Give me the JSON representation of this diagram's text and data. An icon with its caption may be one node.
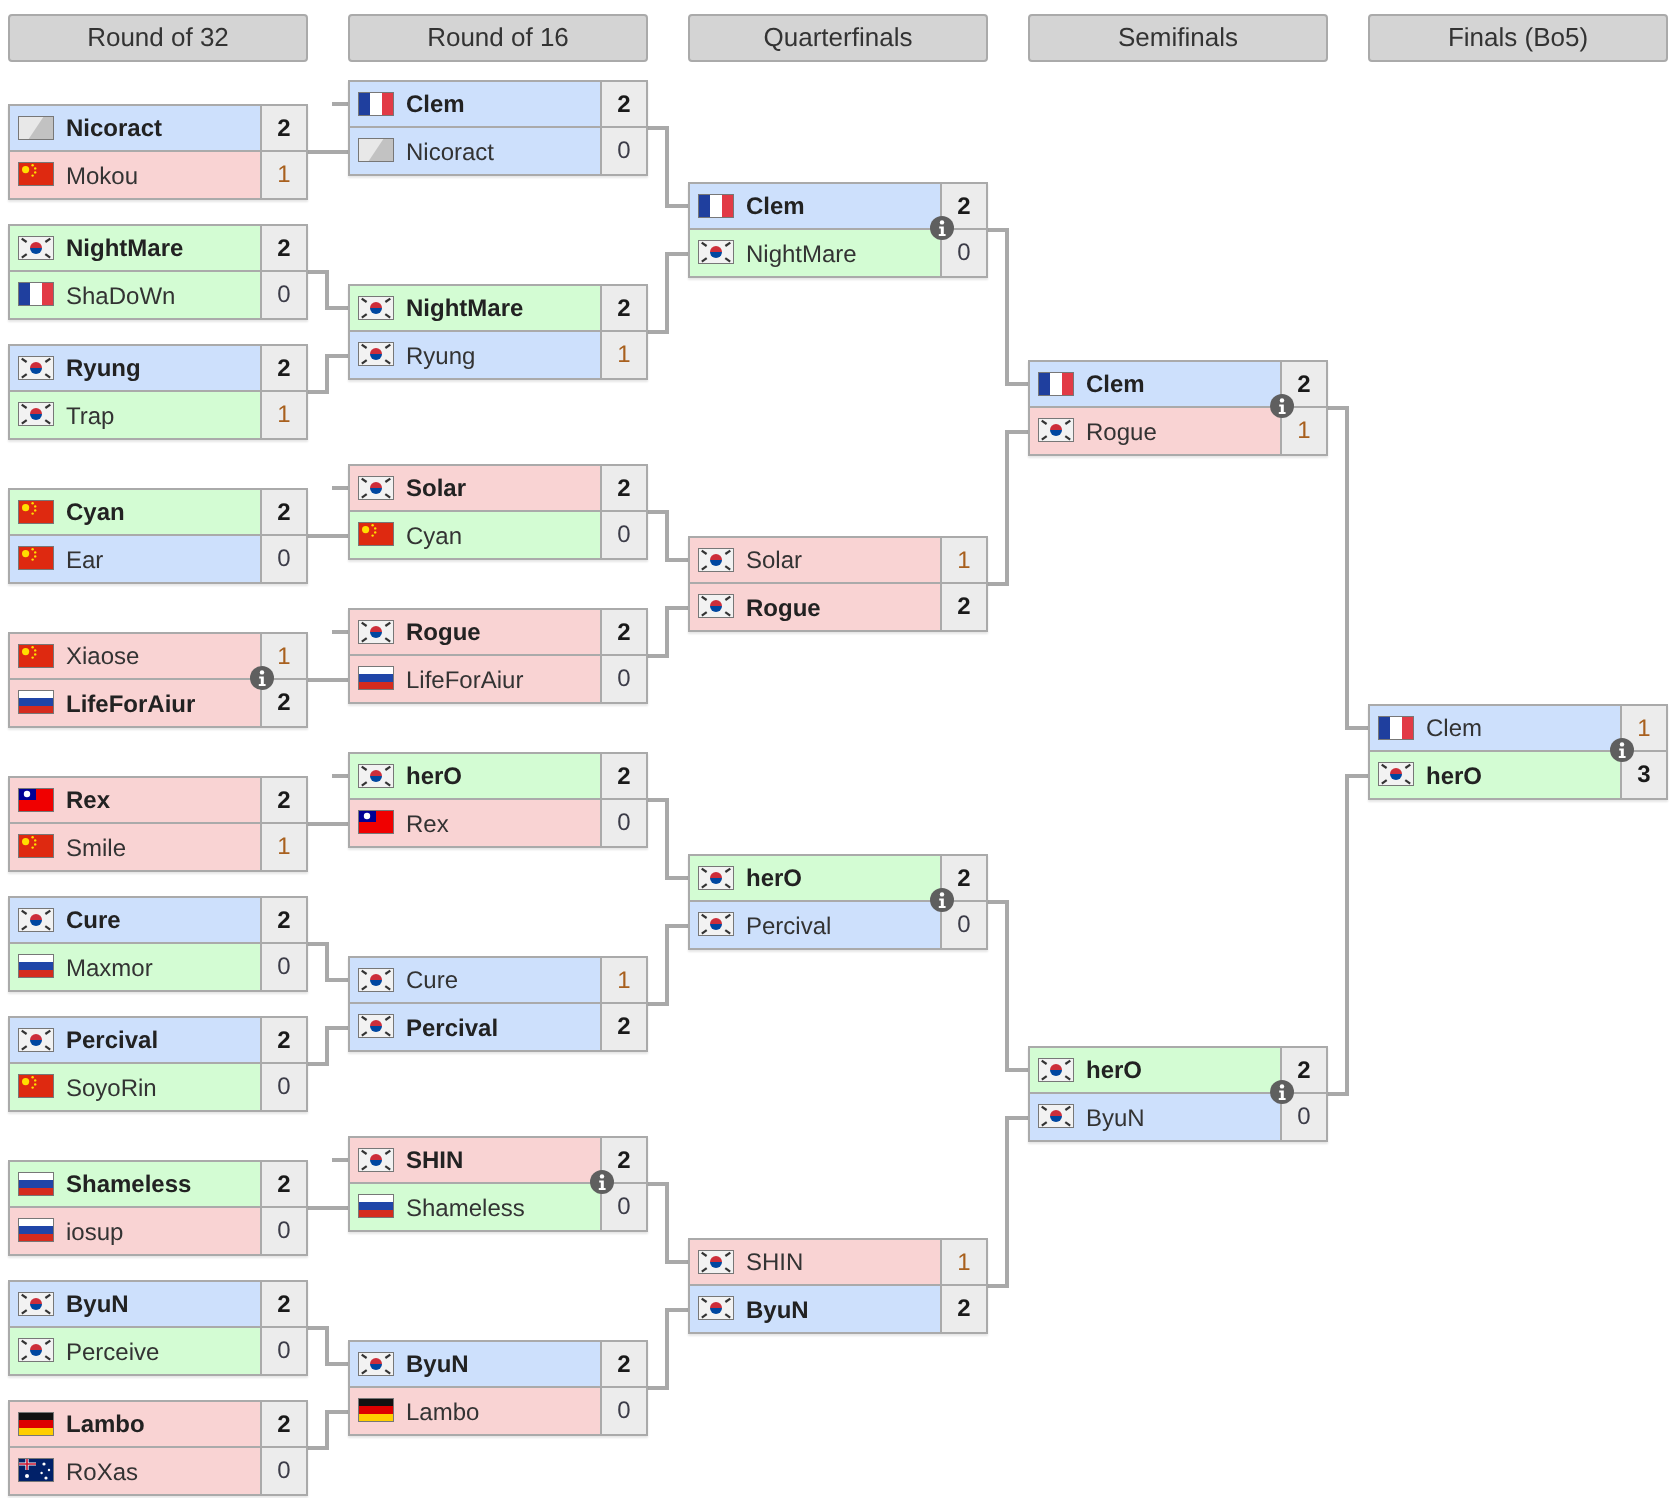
{
  "diagram": {
    "nodes": [
      {
        "text": [
          "Round of 32"
        ]
      },
      {
        "text": [
          "Round of 16"
        ]
      },
      {
        "text": [
          "Quarterfinals"
        ]
      },
      {
        "text": [
          "Semifinals"
        ]
      },
      {
        "text": [
          "Finals (Bo5)"
        ]
      },
      {
        "text": [
          "Nicoract",
          "2",
          "Mokou",
          "1"
        ]
      },
      {
        "text": [
          "NightMare",
          "2",
          "ShaDoWn",
          "0"
        ]
      },
      {
        "text": [
          "Ryung",
          "2",
          "Trap",
          "1"
        ]
      },
      {
        "text": [
          "Cyan",
          "2",
          "Ear",
          "0"
        ]
      },
      {
        "text": [
          "Xiaose",
          "1",
          "LifeForAiur",
          "2"
        ]
      },
      {
        "text": [
          "Rex",
          "2",
          "Smile",
          "1"
        ]
      },
      {
        "text": [
          "Cure",
          "2",
          "Maxmor",
          "0"
        ]
      },
      {
        "text": [
          "Percival",
          "2",
          "SoyoRin",
          "0"
        ]
      },
      {
        "text": [
          "Shameless",
          "2",
          "iosup",
          "0"
        ]
      },
      {
        "text": [
          "ByuN",
          "2",
          "Perceive",
          "0"
        ]
      },
      {
        "text": [
          "Lambo",
          "2",
          "RoXas",
          "0"
        ]
      },
      {
        "text": [
          "Clem",
          "2",
          "Nicoract",
          "0"
        ]
      },
      {
        "text": [
          "NightMare",
          "2",
          "Ryung",
          "1"
        ]
      },
      {
        "text": [
          "Solar",
          "2",
          "Cyan",
          "0"
        ]
      },
      {
        "text": [
          "Rogue",
          "2",
          "LifeForAiur",
          "0"
        ]
      },
      {
        "text": [
          "herO",
          "2",
          "Rex",
          "0"
        ]
      },
      {
        "text": [
          "Cure",
          "1",
          "Percival",
          "2"
        ]
      },
      {
        "text": [
          "SHIN",
          "2",
          "Shameless",
          "0"
        ]
      },
      {
        "text": [
          "ByuN",
          "2",
          "Lambo",
          "0"
        ]
      },
      {
        "text": [
          "Clem",
          "2",
          "NightMare",
          "0"
        ]
      },
      {
        "text": [
          "Solar",
          "1",
          "Rogue",
          "2"
        ]
      },
      {
        "text": [
          "herO",
          "2",
          "Percival",
          "0"
        ]
      },
      {
        "text": [
          "SHIN",
          "1",
          "ByuN",
          "2"
        ]
      },
      {
        "text": [
          "Clem",
          "2",
          "Rogue",
          "1"
        ]
      },
      {
        "text": [
          "herO",
          "2",
          "ByuN",
          "0"
        ]
      },
      {
        "text": [
          "Clem",
          "1",
          "herO",
          "3"
        ]
      }
    ],
    "edges": [
      {
        "from": null,
        "to": 16,
        "arrow": "none"
      },
      {
        "from": 5,
        "to": 16,
        "arrow": "none"
      },
      {
        "from": 6,
        "to": 17,
        "arrow": "none"
      },
      {
        "from": 7,
        "to": 17,
        "arrow": "none"
      },
      {
        "from": null,
        "to": 18,
        "arrow": "none"
      },
      {
        "from": 8,
        "to": 18,
        "arrow": "none"
      },
      {
        "from": null,
        "to": 19,
        "arrow": "none"
      },
      {
        "from": 9,
        "to": 19,
        "arrow": "none"
      },
      {
        "from": null,
        "to": 20,
        "arrow": "none"
      },
      {
        "from": 10,
        "to": 20,
        "arrow": "none"
      },
      {
        "from": 11,
        "to": 21,
        "arrow": "none"
      },
      {
        "from": 12,
        "to": 21,
        "arrow": "none"
      },
      {
        "from": null,
        "to": 22,
        "arrow": "none"
      },
      {
        "from": 13,
        "to": 22,
        "arrow": "none"
      },
      {
        "from": 14,
        "to": 23,
        "arrow": "none"
      },
      {
        "from": 15,
        "to": 23,
        "arrow": "none"
      },
      {
        "from": 16,
        "to": 24,
        "arrow": "none"
      },
      {
        "from": 17,
        "to": 24,
        "arrow": "none"
      },
      {
        "from": 18,
        "to": 25,
        "arrow": "none"
      },
      {
        "from": 19,
        "to": 25,
        "arrow": "none"
      },
      {
        "from": 20,
        "to": 26,
        "arrow": "none"
      },
      {
        "from": 21,
        "to": 26,
        "arrow": "none"
      },
      {
        "from": 22,
        "to": 27,
        "arrow": "none"
      },
      {
        "from": 23,
        "to": 27,
        "arrow": "none"
      },
      {
        "from": 24,
        "to": 28,
        "arrow": "none"
      },
      {
        "from": 25,
        "to": 28,
        "arrow": "none"
      },
      {
        "from": 26,
        "to": 29,
        "arrow": "none"
      },
      {
        "from": 27,
        "to": 29,
        "arrow": "none"
      },
      {
        "from": 28,
        "to": 30,
        "arrow": "none"
      },
      {
        "from": 29,
        "to": 30,
        "arrow": "none"
      }
    ]
  }
}
